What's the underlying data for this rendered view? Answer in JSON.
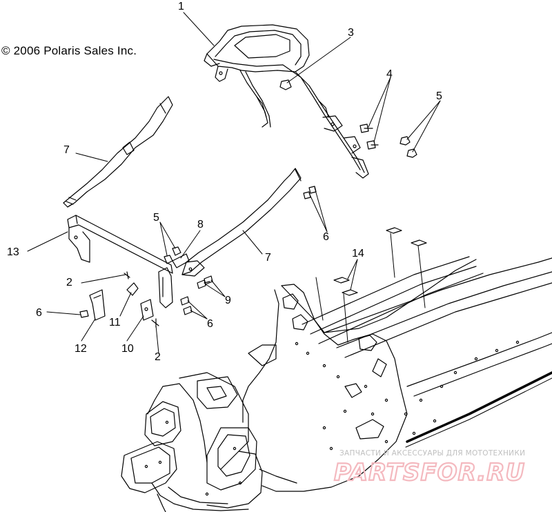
{
  "copyright": "© 2006 Polaris Sales Inc.",
  "callouts": {
    "c1": "1",
    "c2a": "2",
    "c2b": "2",
    "c3": "3",
    "c4": "4",
    "c5a": "5",
    "c5b": "5",
    "c6a": "6",
    "c6b": "6",
    "c6c": "6",
    "c7a": "7",
    "c7b": "7",
    "c8": "8",
    "c9": "9",
    "c10": "10",
    "c11": "11",
    "c12": "12",
    "c13": "13",
    "c14": "14"
  },
  "watermark": {
    "tagline": "ЗАПЧАСТИ И АКСЕССУАРЫ ДЛЯ МОТОТЕХНИКИ",
    "logo": "PARTSFOR.RU"
  },
  "colors": {
    "line": "#000000",
    "watermark_text": "#bfbfbf",
    "watermark_logo": "#f4b9bf"
  }
}
